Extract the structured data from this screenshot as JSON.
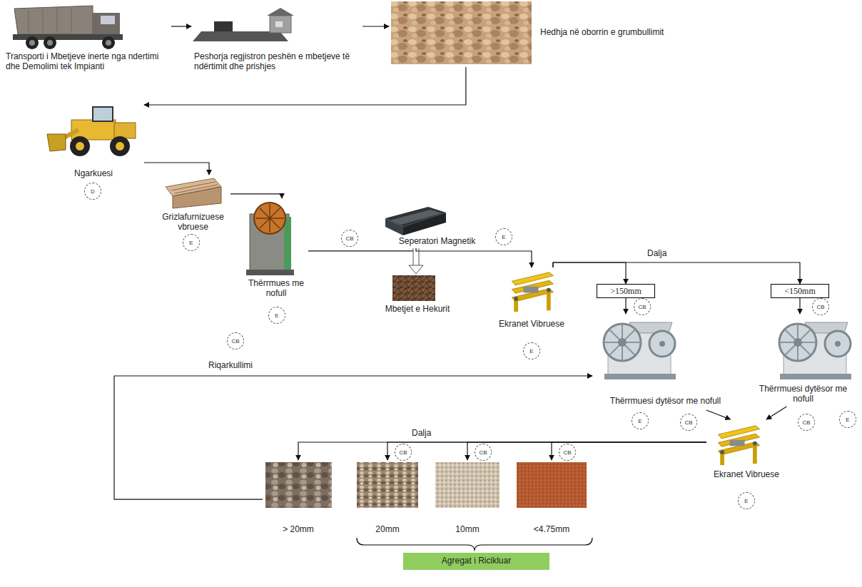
{
  "diagram": {
    "nodes": [
      {
        "text": [
          "Transporti i Mbetjeve inerte nga ndertimi dhe Demolimi tek Impianti"
        ]
      },
      {
        "text": [
          "Peshorja regjistron peshën e mbetjeve të ndërtimit dhe prishjes"
        ]
      },
      {
        "text": [
          "Hedhja në oborrin e grumbullimit"
        ]
      },
      {
        "text": [
          "Ngarkuesi"
        ]
      },
      {
        "text": [
          "Grizlafurnizuese vbruese"
        ]
      },
      {
        "text": [
          "Thërrmues me nofull"
        ]
      },
      {
        "text": [
          "Seperatori Magnetik"
        ]
      },
      {
        "text": [
          "Mbetjet e Hekurit"
        ]
      },
      {
        "text": [
          "Ekranet Vibruese"
        ]
      },
      {
        "text": [
          ">150mm"
        ]
      },
      {
        "text": [
          "<150mm"
        ]
      },
      {
        "text": [
          "Thërrmuesi dytësor me nofull"
        ]
      },
      {
        "text": [
          "Thërrmuesi dytësor me nofull"
        ]
      },
      {
        "text": [
          "Ekranet Vibruese"
        ]
      },
      {
        "text": [
          "> 20mm"
        ]
      },
      {
        "text": [
          "20mm"
        ]
      },
      {
        "text": [
          "10mm"
        ]
      },
      {
        "text": [
          "<4.75mm"
        ]
      },
      {
        "text": [
          "Agregat i Ricikluar"
        ]
      }
    ],
    "edges": [
      {
        "from": 0,
        "to": 1,
        "arrow": "to"
      },
      {
        "from": 1,
        "to": 2,
        "arrow": "to"
      },
      {
        "from": 2,
        "to": 3,
        "arrow": "to"
      },
      {
        "from": 3,
        "to": 4,
        "arrow": "to"
      },
      {
        "from": 4,
        "to": 5,
        "arrow": "to"
      },
      {
        "from": 5,
        "to": 6,
        "arrow": "none"
      },
      {
        "from": 6,
        "to": 7,
        "arrow": "to"
      },
      {
        "from": 6,
        "to": 8,
        "arrow": "to"
      },
      {
        "from": 8,
        "to": 9,
        "arrow": "to"
      },
      {
        "from": 8,
        "to": 10,
        "arrow": "to"
      },
      {
        "from": 9,
        "to": 11,
        "arrow": "to"
      },
      {
        "from": 10,
        "to": 12,
        "arrow": "to"
      },
      {
        "from": 11,
        "to": 13,
        "arrow": "to"
      },
      {
        "from": 12,
        "to": 13,
        "arrow": "to"
      },
      {
        "from": 13,
        "to": 14,
        "arrow": "to"
      },
      {
        "from": 13,
        "to": 15,
        "arrow": "to"
      },
      {
        "from": 13,
        "to": 16,
        "arrow": "to"
      },
      {
        "from": 13,
        "to": 17,
        "arrow": "to"
      },
      {
        "from": 14,
        "to": 11,
        "label": "Riqarkullimi",
        "arrow": "to"
      }
    ],
    "labels": [
      "D",
      "E",
      "E",
      "CB",
      "E",
      "E",
      "Dalja",
      "CB",
      "CB",
      "E",
      "CB",
      "E",
      "CB",
      "E",
      "CB",
      "Dalja",
      "CB",
      "CB",
      "CB"
    ]
  }
}
